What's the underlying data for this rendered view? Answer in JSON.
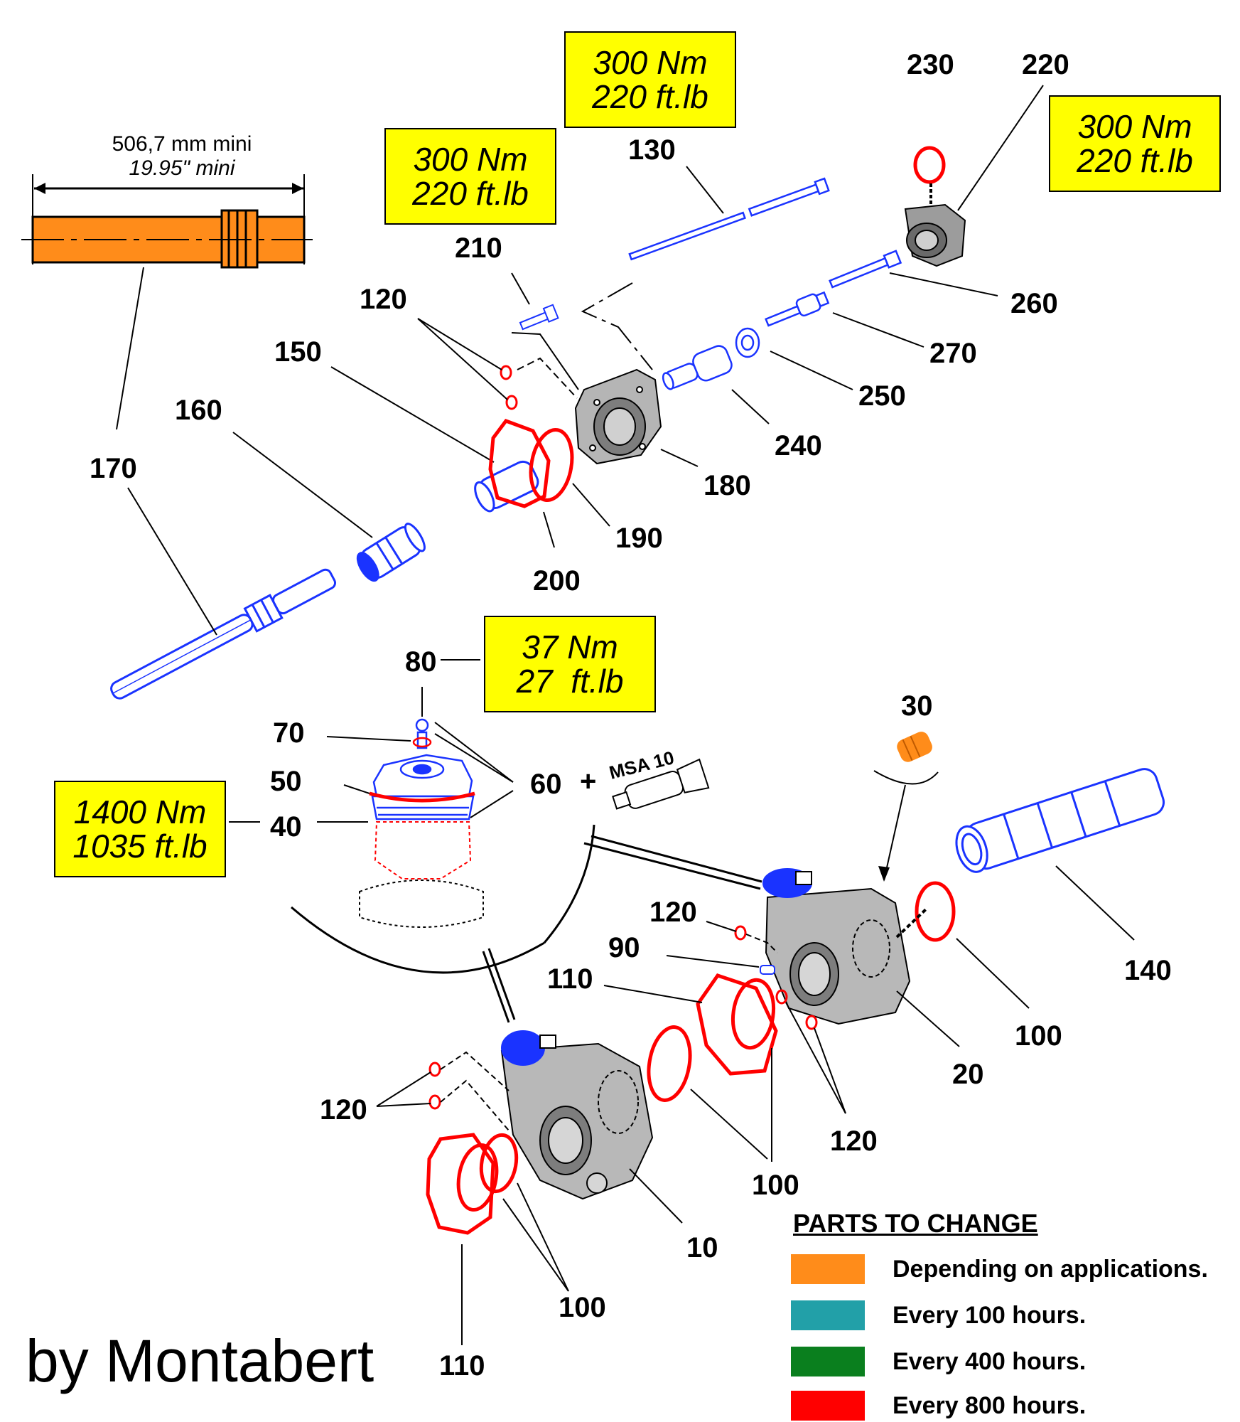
{
  "dimension": {
    "line1": "506,7 mm mini",
    "line2": "19.95\" mini"
  },
  "torque_boxes": [
    {
      "id": "t1",
      "line1": "300 Nm",
      "line2": "220 ft.lb"
    },
    {
      "id": "t2",
      "line1": "300 Nm",
      "line2": "220 ft.lb"
    },
    {
      "id": "t3",
      "line1": "300 Nm",
      "line2": "220 ft.lb"
    },
    {
      "id": "t4",
      "line1": "37 Nm",
      "line2": "27  ft.lb"
    },
    {
      "id": "t5",
      "line1": "1400 Nm",
      "line2": "1035 ft.lb"
    }
  ],
  "part_labels": [
    "230",
    "220",
    "130",
    "260",
    "210",
    "270",
    "120",
    "250",
    "150",
    "240",
    "160",
    "180",
    "170",
    "190",
    "200",
    "80",
    "30",
    "70",
    "60",
    "+",
    "50",
    "40",
    "120",
    "90",
    "140",
    "110",
    "100",
    "20",
    "120",
    "120",
    "100",
    "10",
    "100",
    "110"
  ],
  "sealant": "MSA 10",
  "legend": {
    "title": "PARTS TO CHANGE",
    "items": [
      {
        "label": "Depending on applications.",
        "color": "#ff8c1a"
      },
      {
        "label": "Every 100 hours.",
        "color": "#22a0a8"
      },
      {
        "label": "Every 400 hours.",
        "color": "#0a7f1e"
      },
      {
        "label": "Every 800 hours.",
        "color": "#ff0000"
      }
    ]
  },
  "credit": "by Montabert",
  "colors": {
    "blue_parts": "#1a33ff",
    "red_parts": "#ff0000",
    "orange_parts": "#ff8c1a",
    "body_gray": "#b5b5b5"
  }
}
